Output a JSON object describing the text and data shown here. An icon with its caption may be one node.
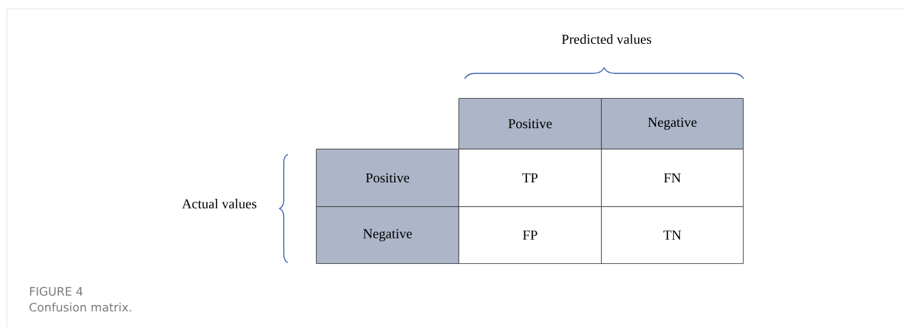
{
  "diagram": {
    "caption": "Confusion matrix.",
    "nodes": [
      {
        "text": [
          "Positive"
        ]
      },
      {
        "text": [
          "Negative"
        ]
      },
      {
        "text": [
          "Positive"
        ]
      },
      {
        "text": [
          "TP"
        ]
      },
      {
        "text": [
          "FN"
        ]
      },
      {
        "text": [
          "Negative"
        ]
      },
      {
        "text": [
          "FP"
        ]
      },
      {
        "text": [
          "TN"
        ]
      }
    ],
    "labels": [
      "Predicted values",
      "Actual values",
      "FIGURE 4"
    ]
  }
}
